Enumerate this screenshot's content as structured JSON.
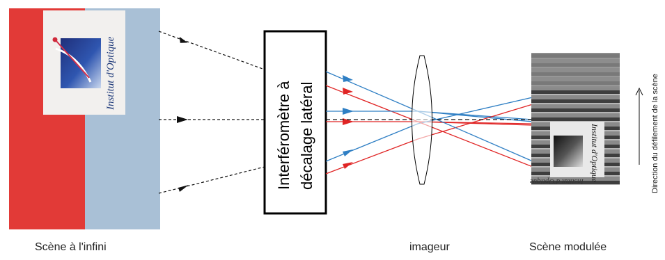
{
  "scene": {
    "logo_text": "Institut d'Optique",
    "label": "Scène à l'infini"
  },
  "interferometer": {
    "line1": "Interféromètre à",
    "line2": "décalage latéral"
  },
  "imager": {
    "label": "imageur"
  },
  "modulated": {
    "label": "Scène modulée",
    "logo_text": "Institut d'Optique"
  },
  "direction": {
    "label": "Direction du défilement de la scène"
  },
  "colors": {
    "scene_red": "#e23a37",
    "scene_blue": "#a9c0d6",
    "ray_blue": "#2f7fc4",
    "ray_red": "#e02424",
    "dashed": "#111111"
  }
}
